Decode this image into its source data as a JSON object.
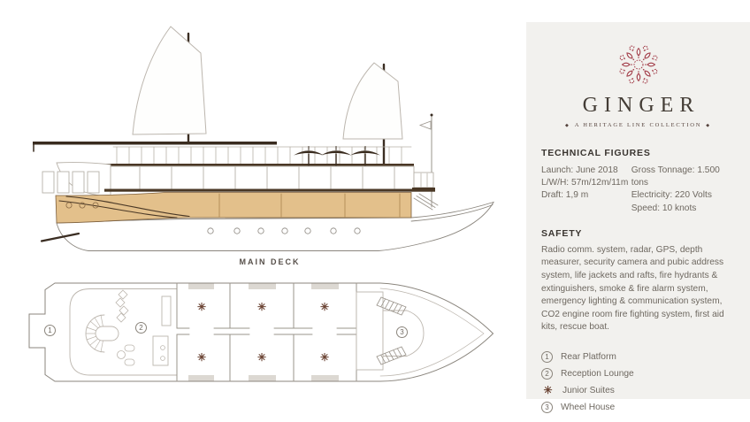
{
  "logo": {
    "brand": "GINGER",
    "tagline": "A HERITAGE LINE COLLECTION",
    "ornament": "◆",
    "flower_icon": "lotus-flower-outline",
    "accent_color": "#a23c48",
    "brand_color": "#433c35"
  },
  "side_view": {
    "name": "ship-side-elevation",
    "highlight_color": "#e3c08b",
    "wood_color": "#3a2c1f"
  },
  "deck_plan": {
    "title": "MAIN DECK",
    "suite_icon": "✳",
    "markers": [
      {
        "n": "1"
      },
      {
        "n": "2"
      },
      {
        "n": "3"
      }
    ]
  },
  "panel": {
    "bg_color": "#f2f1ee",
    "technical": {
      "heading": "TECHNICAL FIGURES",
      "left": [
        "Launch: June 2018",
        "L/W/H: 57m/12m/11m",
        "Draft: 1,9 m"
      ],
      "right": [
        "Gross Tonnage: 1.500 tons",
        "Electricity: 220 Volts",
        "Speed: 10 knots"
      ]
    },
    "safety": {
      "heading": "SAFETY",
      "text": "Radio comm. system, radar, GPS, depth measurer, security camera and pubic address system, life jackets and rafts, fire hydrants & extinguishers, smoke & fire alarm system, emergency lighting & communication system, CO2 engine room fire fighting system, first aid kits, rescue boat."
    },
    "legend": [
      {
        "icon": "1",
        "type": "number",
        "label": "Rear Platform"
      },
      {
        "icon": "2",
        "type": "number",
        "label": "Reception Lounge"
      },
      {
        "icon": "✳",
        "type": "flower",
        "label": "Junior Suites"
      },
      {
        "icon": "3",
        "type": "number",
        "label": "Wheel House"
      }
    ]
  }
}
